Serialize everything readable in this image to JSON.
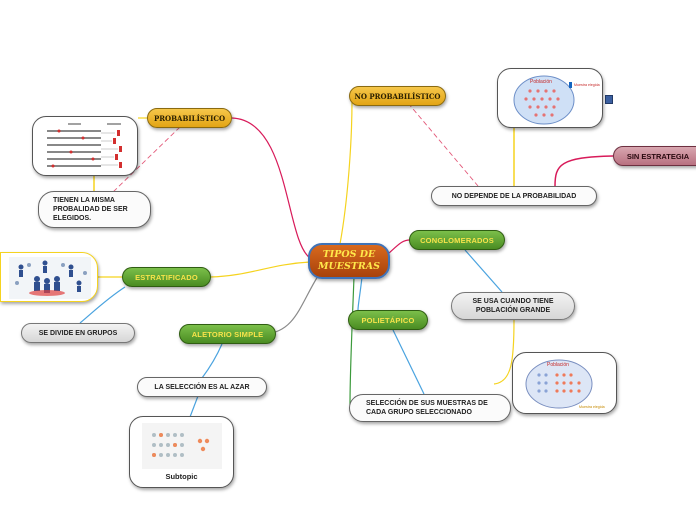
{
  "central": {
    "label": "TIPOS DE MUESTRAS",
    "line1": "TIPOS DE",
    "line2": "MUESTRAS"
  },
  "nodes": {
    "probabilistico": "PROBABILÍSTICO",
    "no_probabilistico": "NO PROBABILÍSTICO",
    "estratificado": "ESTRATIFICADO",
    "aleatorio_simple": "ALETORIO SIMPLE",
    "conglomerados": "CONGLOMERADOS",
    "polietapico": "POLIETÁPICO",
    "sin_estrategia": "SIN ESTRATEGIA",
    "no_depende": "NO DEPENDE DE LA PROBABILIDAD",
    "tienen_la_misma": "TIENEN LA MISMA PROBALIDAD DE SER ELEGIDOS.",
    "se_divide": "SE DIVIDE EN GRUPOS",
    "la_seleccion": "LA SELECCIÓN ES AL AZAR",
    "se_usa_cuando": "SE USA CUANDO TIENE POBLACIÓN GRANDE",
    "seleccion_muestras": "SELECCIÓN DE SUS MUESTRAS DE CADA GRUPO SELECCIONADO",
    "subtopic": "Subtopic"
  },
  "image_labels": {
    "poblacion_top": "Población",
    "muestra_top": "Muestra elegida",
    "poblacion_bottom": "Población",
    "muestra_bottom": "Muestra elegida"
  },
  "colors": {
    "central_fill": "#c0571a",
    "central_border": "#3f73b8",
    "gold": "#f0b428",
    "green": "#5fa434",
    "link_red": "#d81b5a",
    "link_yellow": "#f5d31f",
    "link_blue": "#4aa3df",
    "link_green": "#3c9a3c",
    "link_grey": "#8a8a8a",
    "dashed": "#e35a7a"
  }
}
